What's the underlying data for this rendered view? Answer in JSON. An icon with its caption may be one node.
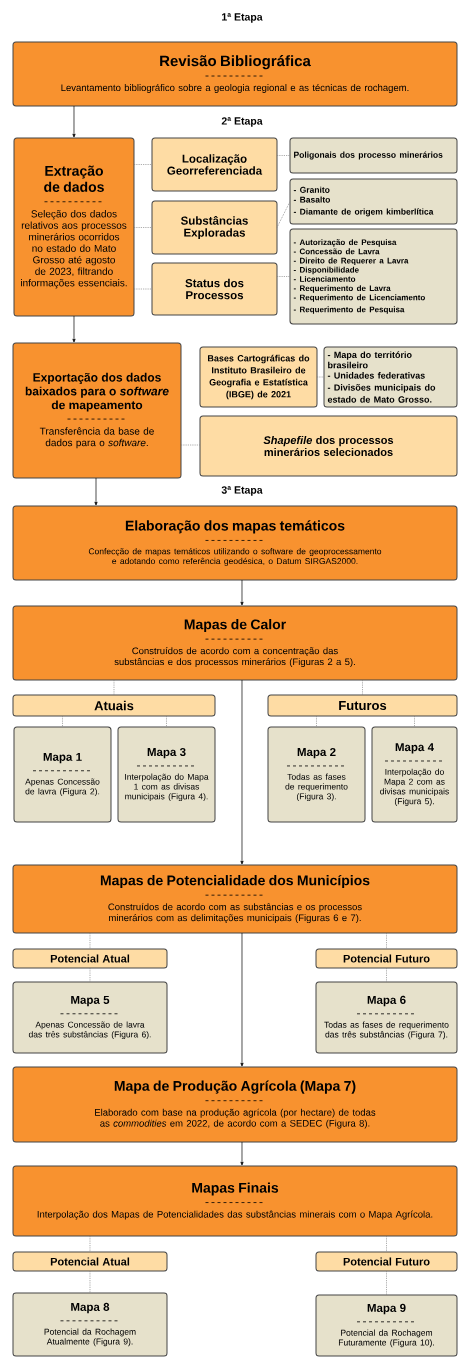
{
  "diagram": {
    "nodes": [
      {
        "text": [
          "Revisão Bibliográfica",
          "Levantamento bibliográfico sobre a geologia regional e as técnicas de rochagem."
        ]
      },
      {
        "text": [
          "Extração de dados",
          "Seleção dos dados relativos aos processos minerários ocorridos no estado do Mato Grosso até agosto de 2023, filtrando informações essenciais."
        ]
      },
      {
        "text": [
          "Localização Georreferenciada"
        ]
      },
      {
        "text": [
          "Substâncias Exploradas"
        ]
      },
      {
        "text": [
          "Status dos Processos"
        ]
      },
      {
        "text": [
          "Poligonais dos processo minerários"
        ]
      },
      {
        "text": [
          "- Granito",
          "- Basalto",
          "- Diamante de origem kimberlítica"
        ]
      },
      {
        "text": [
          "- Autorização de Pesquisa",
          "- Concessão de Lavra",
          "- Direito de Requerer a Lavra",
          "- Disponibilidade",
          "- Licenciamento",
          "- Requerimento de Lavra",
          "- Requerimento de Licenciamento",
          "- Requerimento de Pesquisa"
        ]
      },
      {
        "text": [
          "Exportação dos dados baixados para o *software* de mapeamento",
          "Transferência da base de dados para o *software*."
        ]
      },
      {
        "text": [
          "Bases Cartográficas do Instituto Brasileiro de Geografia e Estatística (IBGE) de 2021"
        ]
      },
      {
        "text": [
          "- Mapa do território brasileiro",
          "- Unidades federativas",
          "- Divisões municipais do estado de Mato Grosso."
        ]
      },
      {
        "text": [
          "*Shapefile* dos processos minerários selecionados"
        ]
      },
      {
        "text": [
          "Elaboração dos mapas temáticos",
          "Confecção de mapas temáticos utilizando o software de geoprocessamento e adotando como referência geodésica, o Datum SIRGAS2000."
        ]
      },
      {
        "text": [
          "Mapas de Calor",
          "Construídos de acordo com a concentração das substâncias e dos processos minerários (Figuras 2 a 5)."
        ]
      },
      {
        "text": [
          "Atuais"
        ]
      },
      {
        "text": [
          "Futuros"
        ]
      },
      {
        "text": [
          "Mapa 1",
          "Apenas Concessão de lavra (Figura 2)."
        ]
      },
      {
        "text": [
          "Mapa 3",
          "Interpolação do Mapa 1 com as divisas municipais (Figura 4)."
        ]
      },
      {
        "text": [
          "Mapa 2",
          "Todas as fases de requerimento (Figura 3)."
        ]
      },
      {
        "text": [
          "Mapa 4",
          "Interpolação do Mapa 2 com as divisas municipais (Figura 5)."
        ]
      },
      {
        "text": [
          "Mapas de Potencialidade dos Municípios",
          "Construídos de acordo com as substâncias e os processos minerários com as delimitações municipais  (Figuras 6 e 7)."
        ]
      },
      {
        "text": [
          "Potencial Atual"
        ]
      },
      {
        "text": [
          "Potencial Futuro"
        ]
      },
      {
        "text": [
          "Mapa 5",
          "Apenas Concessão de lavra das três substâncias (Figura 6)."
        ]
      },
      {
        "text": [
          "Mapa 6",
          "Todas as fases de requerimento das três substâncias (Figura 7)."
        ]
      },
      {
        "text": [
          "Mapa de Produção Agrícola (Mapa 7)",
          "Elaborado com base na produção agrícola (por hectare) de todas as *commodities* em 2022, de acordo com a SEDEC (Figura 8)."
        ]
      },
      {
        "text": [
          "Mapas Finais",
          "Interpolação dos Mapas de Potencialidades das substâncias minerais com o Mapa Agrícola."
        ]
      },
      {
        "text": [
          "Potencial Atual"
        ]
      },
      {
        "text": [
          "Potencial Futuro"
        ]
      },
      {
        "text": [
          "Mapa 8",
          "Potencial da Rochagem Atualmente (Figura 9)."
        ]
      },
      {
        "text": [
          "Mapa 9",
          "Potencial da Rochagem Futuramente (Figura 10)."
        ]
      }
    ],
    "edges": [
      {
        "from": 0,
        "to": 1,
        "arrow": "to",
        "color": "#000000"
      },
      {
        "from": 1,
        "to": 2,
        "arrow": "none",
        "style": "dashed"
      },
      {
        "from": 1,
        "to": 3,
        "arrow": "none",
        "style": "dashed"
      },
      {
        "from": 1,
        "to": 4,
        "arrow": "none",
        "style": "dashed"
      },
      {
        "from": 2,
        "to": 5,
        "arrow": "none",
        "style": "dashed"
      },
      {
        "from": 3,
        "to": 6,
        "arrow": "none",
        "style": "dashed"
      },
      {
        "from": 4,
        "to": 7,
        "arrow": "none",
        "style": "dashed"
      },
      {
        "from": 1,
        "to": 8,
        "arrow": "to",
        "color": "#000000"
      },
      {
        "from": 9,
        "to": 10,
        "arrow": "none",
        "style": "dashed"
      },
      {
        "from": 8,
        "to": 11,
        "arrow": "none",
        "style": "dashed"
      },
      {
        "from": 8,
        "to": 12,
        "arrow": "to",
        "color": "#000000"
      },
      {
        "from": 12,
        "to": 13,
        "arrow": "to",
        "color": "#000000"
      },
      {
        "from": 13,
        "to": 14,
        "arrow": "none",
        "style": "dashed"
      },
      {
        "from": 13,
        "to": 15,
        "arrow": "none",
        "style": "dashed"
      },
      {
        "from": 14,
        "to": 16,
        "arrow": "none",
        "style": "dashed"
      },
      {
        "from": 14,
        "to": 17,
        "arrow": "none",
        "style": "dashed"
      },
      {
        "from": 15,
        "to": 18,
        "arrow": "none",
        "style": "dashed"
      },
      {
        "from": 15,
        "to": 19,
        "arrow": "none",
        "style": "dashed"
      },
      {
        "from": 13,
        "to": 20,
        "arrow": "to",
        "color": "#000000"
      },
      {
        "from": 20,
        "to": 21,
        "arrow": "none",
        "style": "dashed"
      },
      {
        "from": 20,
        "to": 22,
        "arrow": "none",
        "style": "dashed"
      },
      {
        "from": 21,
        "to": 23,
        "arrow": "none",
        "style": "dashed"
      },
      {
        "from": 22,
        "to": 24,
        "arrow": "none",
        "style": "dashed"
      },
      {
        "from": 20,
        "to": 25,
        "arrow": "to",
        "color": "#000000"
      },
      {
        "from": 25,
        "to": 26,
        "arrow": "to",
        "color": "#000000"
      },
      {
        "from": 26,
        "to": 27,
        "arrow": "none",
        "style": "dashed"
      },
      {
        "from": 26,
        "to": 28,
        "arrow": "none",
        "style": "dashed"
      },
      {
        "from": 27,
        "to": 29,
        "arrow": "none",
        "style": "dashed"
      },
      {
        "from": 28,
        "to": 30,
        "arrow": "none",
        "style": "dashed"
      }
    ],
    "labels": [
      "1ª Etapa",
      "2ª Etapa",
      "3ª Etapa"
    ]
  }
}
